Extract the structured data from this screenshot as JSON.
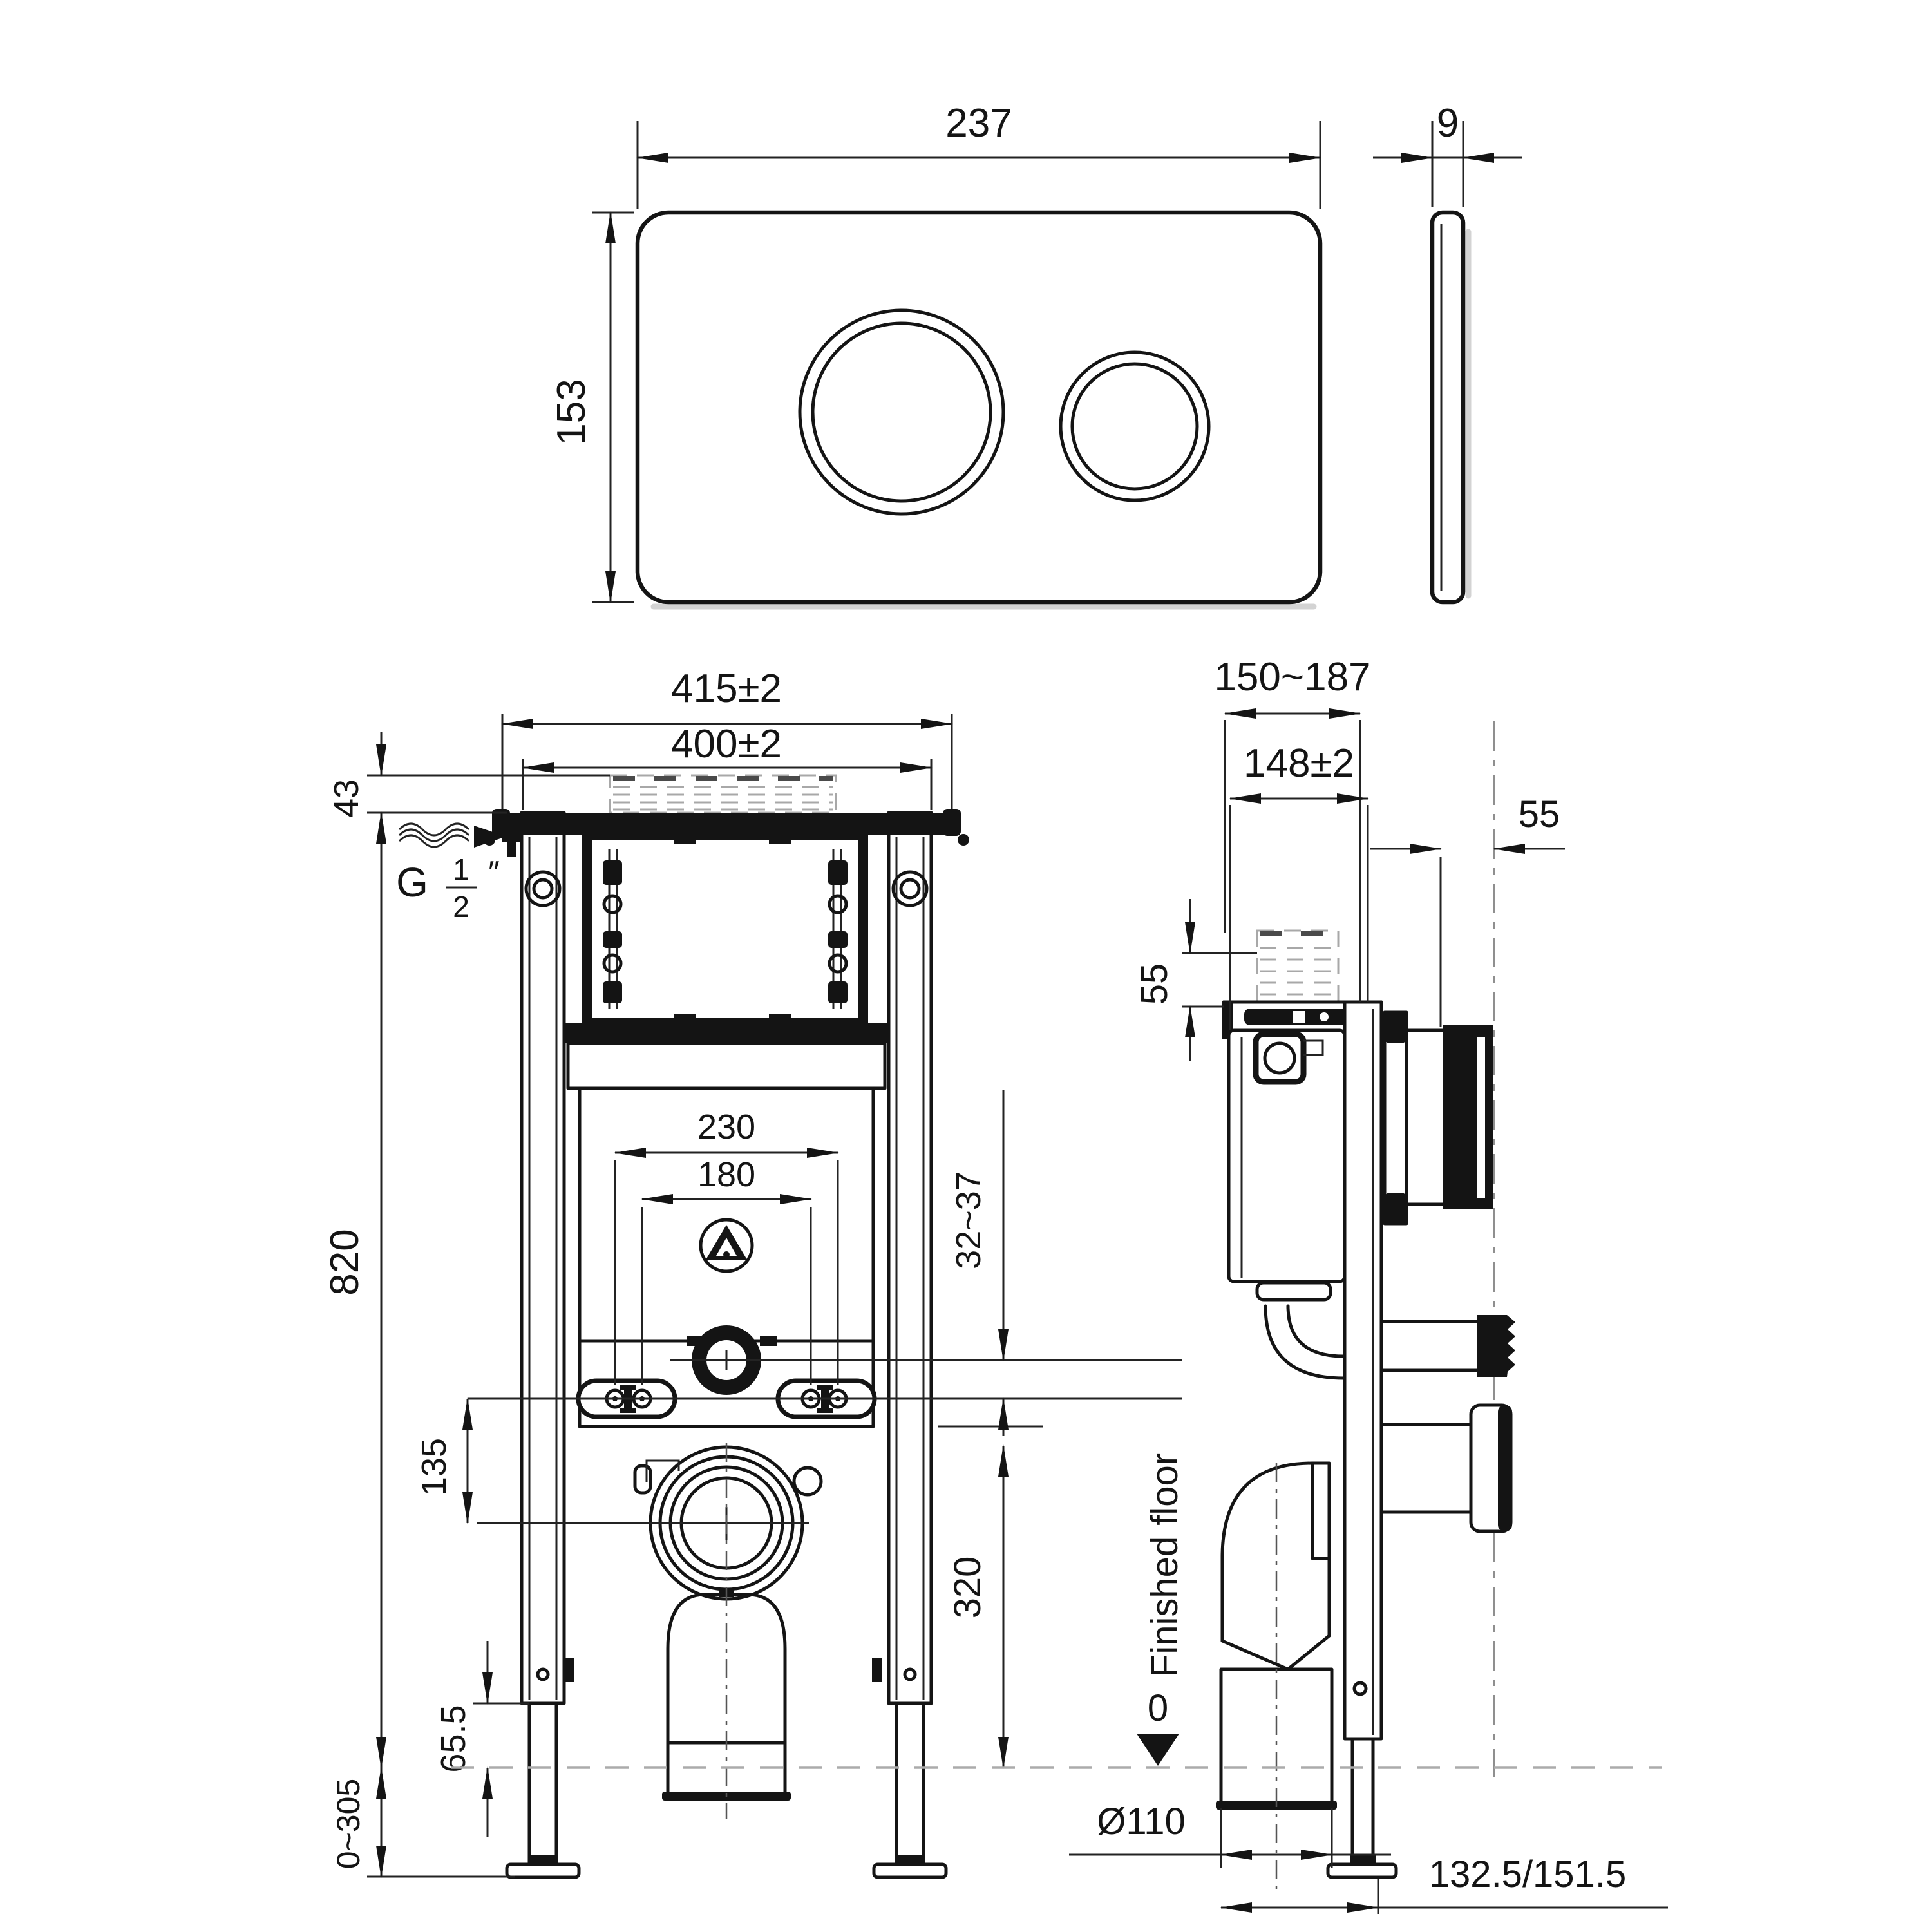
{
  "plate": {
    "front_width": "237",
    "front_height": "153",
    "side_thickness": "9"
  },
  "front_view": {
    "overall_width": "415±2",
    "rail_width": "400±2",
    "top_gap": "43",
    "frame_height": "820",
    "leg_adjust_range": "0~305",
    "inlet_g": "G",
    "inlet_num": "1",
    "inlet_den": "2",
    "inlet_unit": "″",
    "bolt_spacing_outer": "230",
    "bolt_spacing_inner": "180",
    "offset_slots_to_outlet": "135",
    "leg_step": "65.5",
    "pan_connect_range": "32~37",
    "outlet_height": "320",
    "floor_label": "Finished floor"
  },
  "side_view": {
    "depth_range": "150~187",
    "depth_fixed": "148±2",
    "recess_depth": "55",
    "top_clearance": "55",
    "datum_zero": "0",
    "drain_diameter": "Ø110",
    "drain_offset": "132.5/151.5"
  },
  "colors": {
    "line": "#141414",
    "construction": "#a8a8a8",
    "background": "#ffffff"
  }
}
